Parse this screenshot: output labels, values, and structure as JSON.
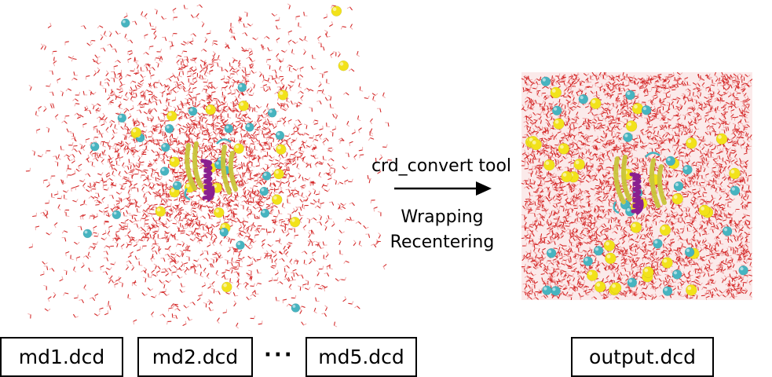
{
  "conversion": {
    "tool_label": "crd_convert tool",
    "operation_1": "Wrapping",
    "operation_2": "Recentering"
  },
  "input_files": [
    "md1.dcd",
    "md2.dcd",
    "md5.dcd"
  ],
  "ellipsis": "···",
  "output_file": "output.dcd",
  "colors": {
    "water": "#d42a2a",
    "water_hydrogen": "#f0a0a0",
    "ion_yellow": "#f2e21a",
    "ion_cyan": "#46b4c0",
    "protein_purple": "#8a1f8f",
    "protein_yellow": "#c8c53a",
    "arrow": "#000000"
  },
  "icons": {
    "input_snapshot": "unwrapped-solvated-protein",
    "output_snapshot": "wrapped-solvated-protein-box",
    "arrow": "right-arrow"
  }
}
